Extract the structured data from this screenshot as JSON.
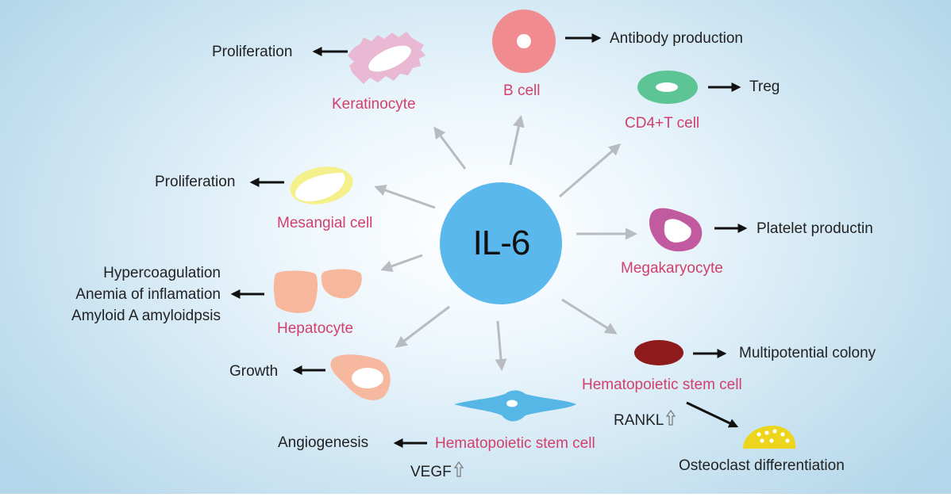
{
  "center": {
    "label": "IL-6",
    "color": "#5ab8ec"
  },
  "cells": {
    "b_cell": "B cell",
    "keratinocyte": "Keratinocyte",
    "cd4_t_cell": "CD4+T cell",
    "mesangial_cell": "Mesangial cell",
    "megakaryocyte": "Megakaryocyte",
    "hepatocyte": "Hepatocyte",
    "hsc_right": "Hematopoietic stem cell",
    "hsc_bottom": "Hematopoietic stem cell",
    "osteoclast": "Osteoclast differentiation"
  },
  "effects": {
    "antibody": "Antibody production",
    "treg": "Treg",
    "prolif_keratinocyte": "Proliferation",
    "prolif_mesangial": "Proliferation",
    "platelet": "Platelet productin",
    "hepatocyte_effects": [
      "Hypercoagulation",
      "Anemia of inflamation",
      "Amyloid A amyloidpsis"
    ],
    "multipotential": "Multipotential colony",
    "growth": "Growth",
    "angiogenesis": "Angiogenesis",
    "rankl": "RANKL",
    "vegf": "VEGF"
  },
  "colors": {
    "cell_label": "#d23f6b",
    "b_cell": "#f08b8f",
    "keratinocyte": "#e9b9d3",
    "cd4_t_cell": "#5cc495",
    "mesangial_cell": "#f4f08c",
    "megakaryocyte": "#c25a9f",
    "hepatocyte": "#f6b79d",
    "growth_cell": "#f6b9a0",
    "hsc_right": "#8f1a1c",
    "hsc_bottom": "#56b6e6",
    "osteoclast": "#ecd51c",
    "gray_arrow": "#b8bcc1",
    "black_arrow": "#111111"
  }
}
